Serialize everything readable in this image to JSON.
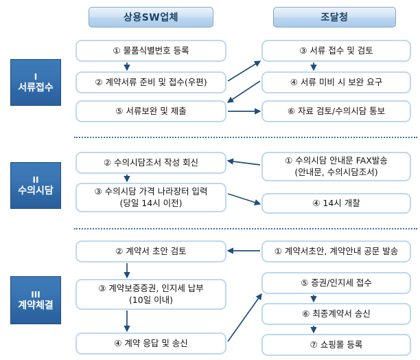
{
  "columns": [
    {
      "name": "vendor",
      "title": "상용SW업체"
    },
    {
      "name": "agency",
      "title": "조달청"
    }
  ],
  "stages": [
    {
      "num": "I",
      "label": "서류접수"
    },
    {
      "num": "II",
      "label": "수의시담"
    },
    {
      "num": "III",
      "label": "계약체결"
    }
  ],
  "boxes": {
    "s1_left_1": "① 물품식별번호 등록",
    "s1_left_2": "② 계약서류 준비 및 접수(우편)",
    "s1_left_3": "⑤ 서류보완 및 제출",
    "s1_right_1": "③ 서류 접수 및 검토",
    "s1_right_2": "④ 서류 미비 시 보완 요구",
    "s1_right_3": "⑥ 자료 검토/수의시담 통보",
    "s2_left_1": "② 수의시담조서 작성 회신",
    "s2_left_2a": "③ 수의시담 가격 나라장터 입력",
    "s2_left_2b": "(당일 14시 이전)",
    "s2_right_1a": "① 수의시담 안내문 FAX발송",
    "s2_right_1b": "(안내문, 수의시담조서)",
    "s2_right_2": "④ 14시 개찰",
    "s3_left_1": "② 계약서 초안 검토",
    "s3_left_2a": "③ 계약보증증권, 인지세 납부",
    "s3_left_2b": "(10일 이내)",
    "s3_left_3": "④ 계약 응답 및 송신",
    "s3_right_1": "① 계약서초안, 계약안내 공문 발송",
    "s3_right_2": "⑤ 증권/인지세 접수",
    "s3_right_3": "⑥ 최종계약서 송신",
    "s3_right_4": "⑦ 쇼핑몰 등록"
  },
  "colors": {
    "header_border": "#7fa8cc",
    "header_text": "#1a3f66",
    "stage_bg": "#3a74b2",
    "stage_text": "#ffffff",
    "box_border": "#bcd8ef",
    "box_text": "#101010",
    "arrow": "#1f4e79",
    "divider": "#3b6ea5"
  }
}
